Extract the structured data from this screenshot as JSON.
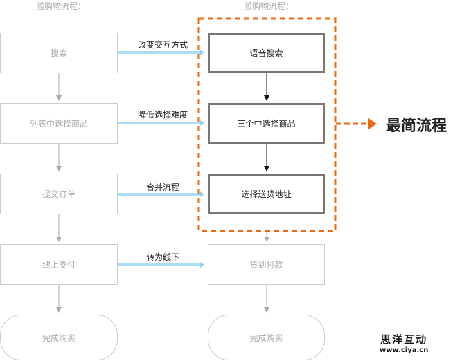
{
  "left": {
    "header": "一般购物流程：",
    "steps": [
      "搜索",
      "列表中选择商品",
      "提交订单",
      "线上支付",
      "完成购买"
    ]
  },
  "right": {
    "header": "一般购物流程：",
    "steps": [
      "语音搜索",
      "三个中选择商品",
      "选择送货地址",
      "货到付款",
      "完成购买"
    ]
  },
  "transforms": [
    "改变交互方式",
    "降低选择难度",
    "合并流程",
    "转为线下"
  ],
  "callout": "最简流程",
  "watermark": {
    "name": "思洋互动",
    "url": "www.ciya.cn"
  },
  "colors": {
    "accent": "#ee6a12",
    "arrow": "#a9dcf5"
  }
}
